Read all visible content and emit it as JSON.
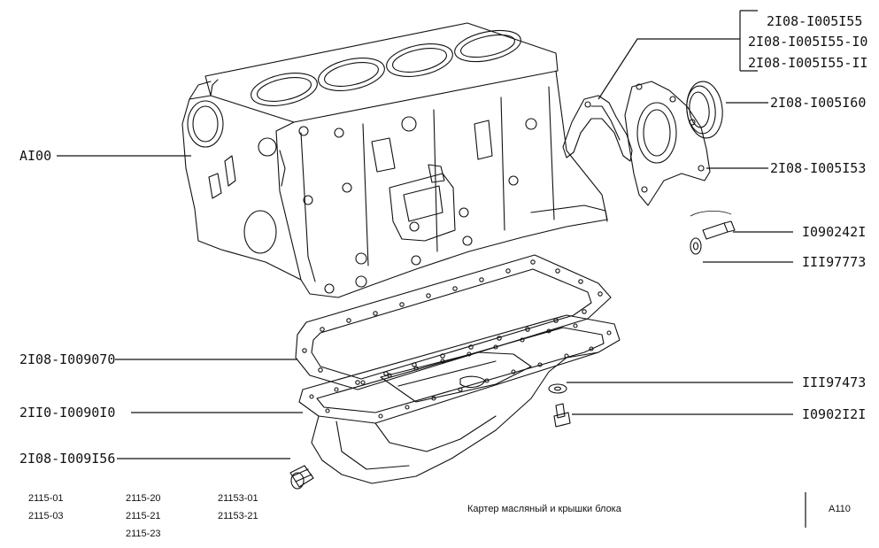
{
  "callouts": {
    "block": "AI00",
    "seal_holder_1": "2I08-I005I55",
    "seal_holder_2": "2I08-I005I55-I0",
    "seal_holder_3": "2I08-I005I55-II",
    "oil_seal": "2I08-I005I60",
    "seal_gasket": "2I08-I005I53",
    "bolt_rear": "I090242I",
    "washer_rear": "III97773",
    "pan_gasket": "2I08-I009070",
    "oil_pan": "2II0-I0090I0",
    "drain_plug": "2I08-I009I56",
    "washer_pan": "III97473",
    "bolt_pan": "I0902I2I"
  },
  "models": {
    "col1": [
      "2115-01",
      "2115-03"
    ],
    "col2": [
      "2115-20",
      "2115-21",
      "2115-23"
    ],
    "col3": [
      "21153-01",
      "21153-21"
    ]
  },
  "caption": "Картер масляный и крышки блока",
  "sheet_code": "A110"
}
